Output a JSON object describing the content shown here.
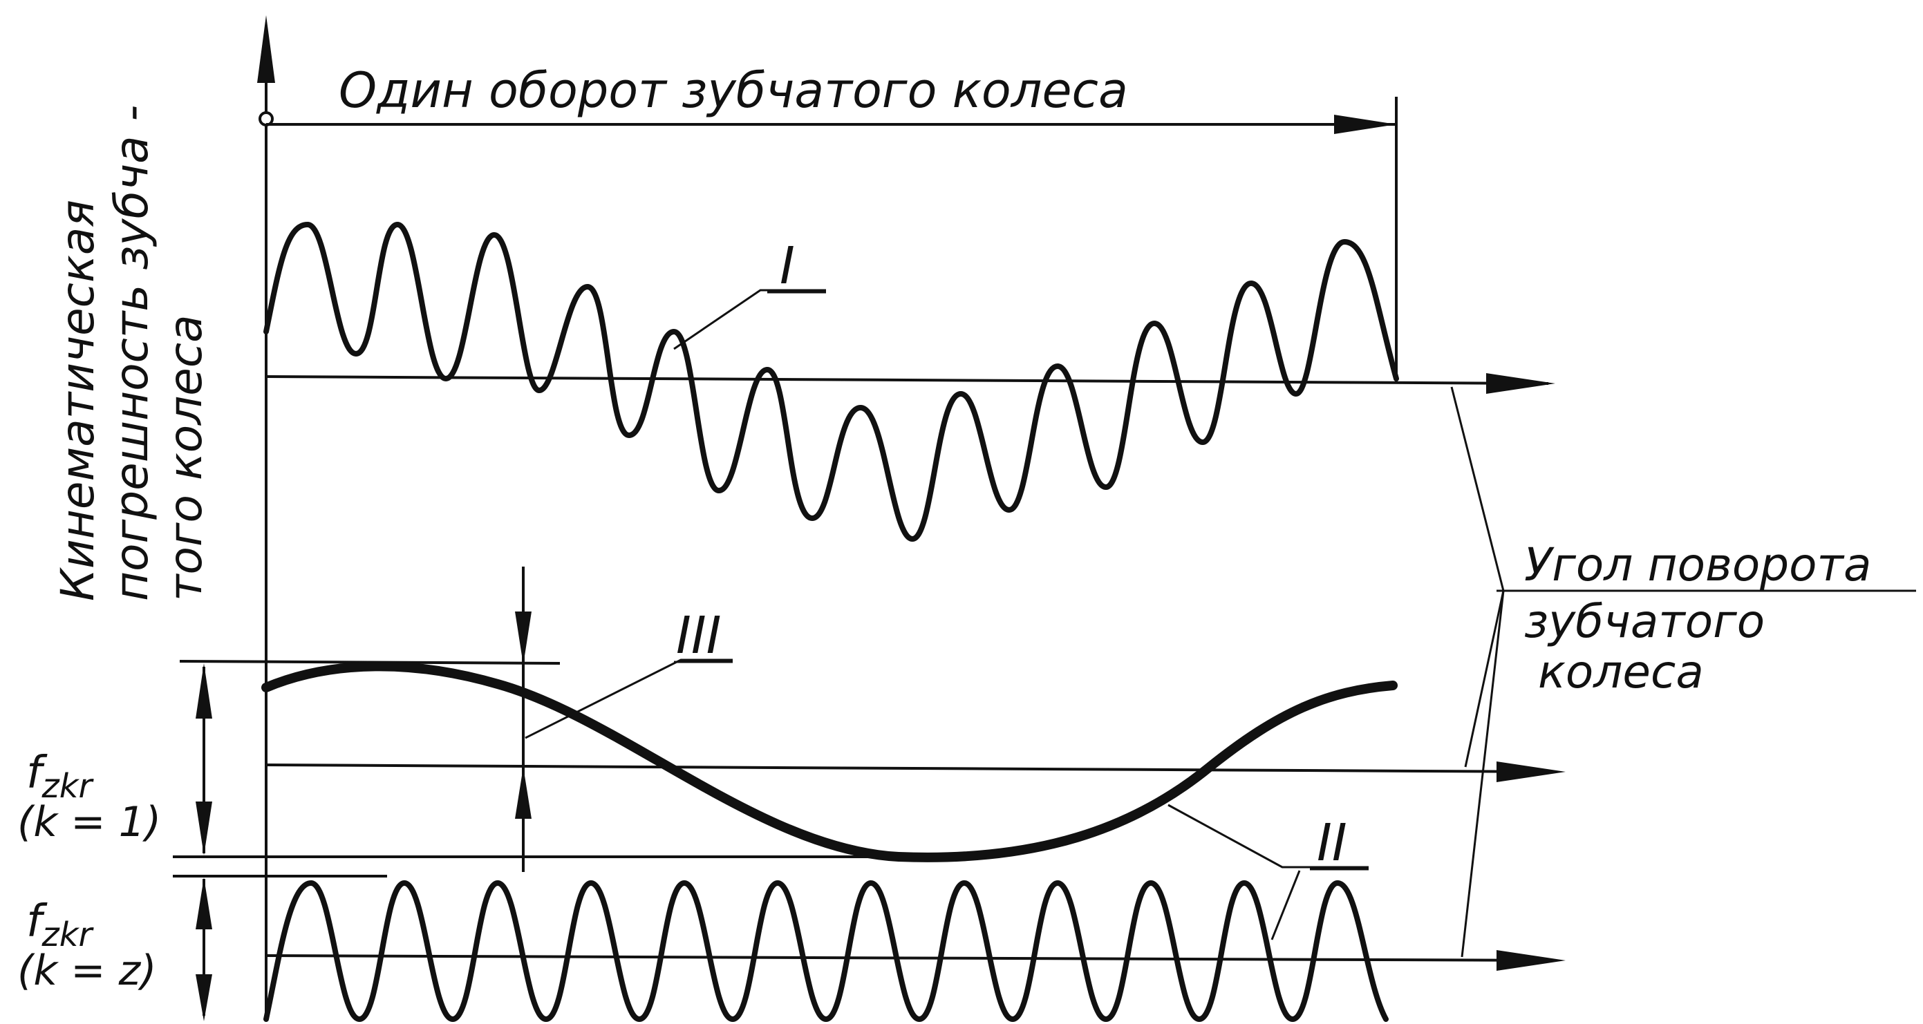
{
  "labels": {
    "top_title": "Один оборот зубчатого колеса",
    "y_axis_line1": "Кинематическая",
    "y_axis_line2": "погрешность зубча -",
    "y_axis_line3": "того колеса",
    "x_axis_line1": "Угол поворота",
    "x_axis_line2": "зубчатого",
    "x_axis_line3": "колеса",
    "curve_I": "I",
    "curve_II": "II",
    "curve_III": "III",
    "fzkr_1_line1": "f",
    "fzkr_1_sub": "zkr",
    "fzkr_1_line2": "(k = 1)",
    "fzkr_z_line1": "f",
    "fzkr_z_sub": "zkr",
    "fzkr_z_line2": "(k = z)"
  }
}
